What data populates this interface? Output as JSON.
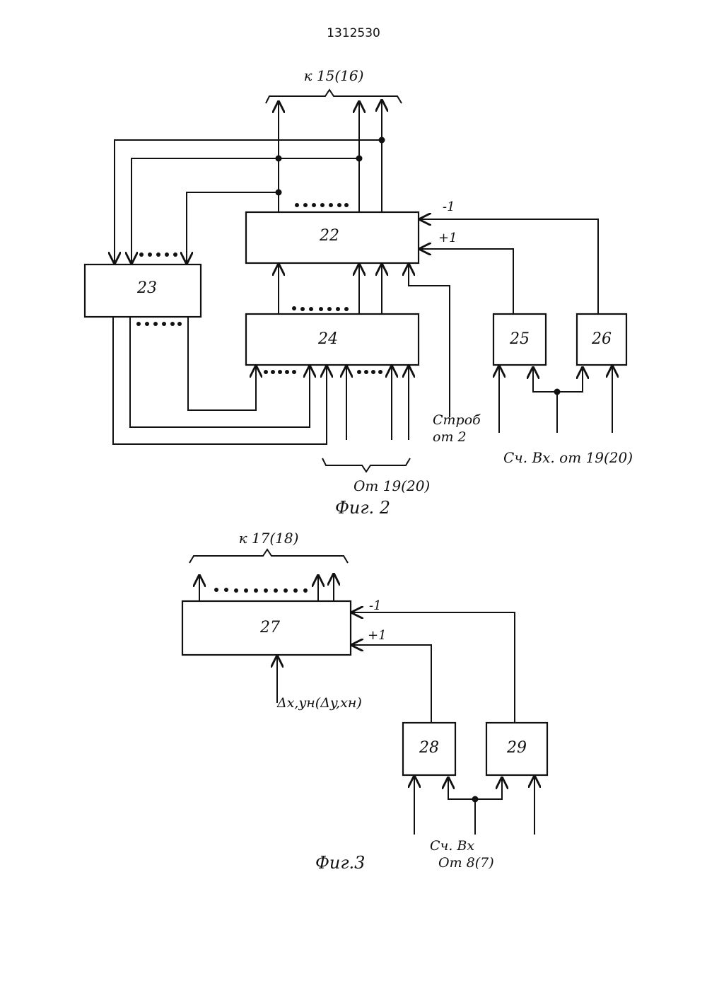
{
  "doc": {
    "number": "1312530"
  },
  "fig2": {
    "caption": "Фиг. 2",
    "top_label": "к 15(16)",
    "bottom_label": "От 19(20)",
    "strobe_line1": "Строб",
    "strobe_line2": "от 2",
    "count_label": "Сч. Вх. от 19(20)",
    "minus_label": "-1",
    "plus_label": "+1",
    "blocks": {
      "b22": "22",
      "b23": "23",
      "b24": "24",
      "b25": "25",
      "b26": "26"
    }
  },
  "fig3": {
    "caption": "Фиг.3",
    "top_label": "к 17(18)",
    "input_label": "Δx,yн(Δy,xн)",
    "count_line1": "Сч. Вх",
    "count_line2": "От 8(7)",
    "minus_label": "-1",
    "plus_label": "+1",
    "blocks": {
      "b27": "27",
      "b28": "28",
      "b29": "29"
    }
  }
}
